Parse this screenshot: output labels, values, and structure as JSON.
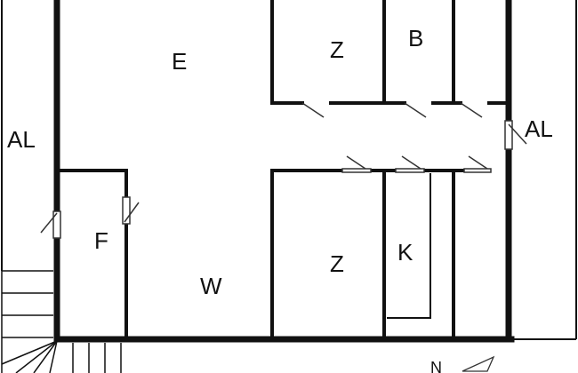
{
  "floor_plan": {
    "labels": {
      "balcony_left": "AL",
      "balcony_right": "AL",
      "eat_in": "E",
      "room_top": "Z",
      "bath": "B",
      "room_bottom": "Z",
      "kitchen": "K",
      "wc": "F",
      "living": "W"
    },
    "north": "N",
    "colors": {
      "wall": "#111111",
      "background": "#ffffff",
      "thin_line": "#333333"
    }
  }
}
